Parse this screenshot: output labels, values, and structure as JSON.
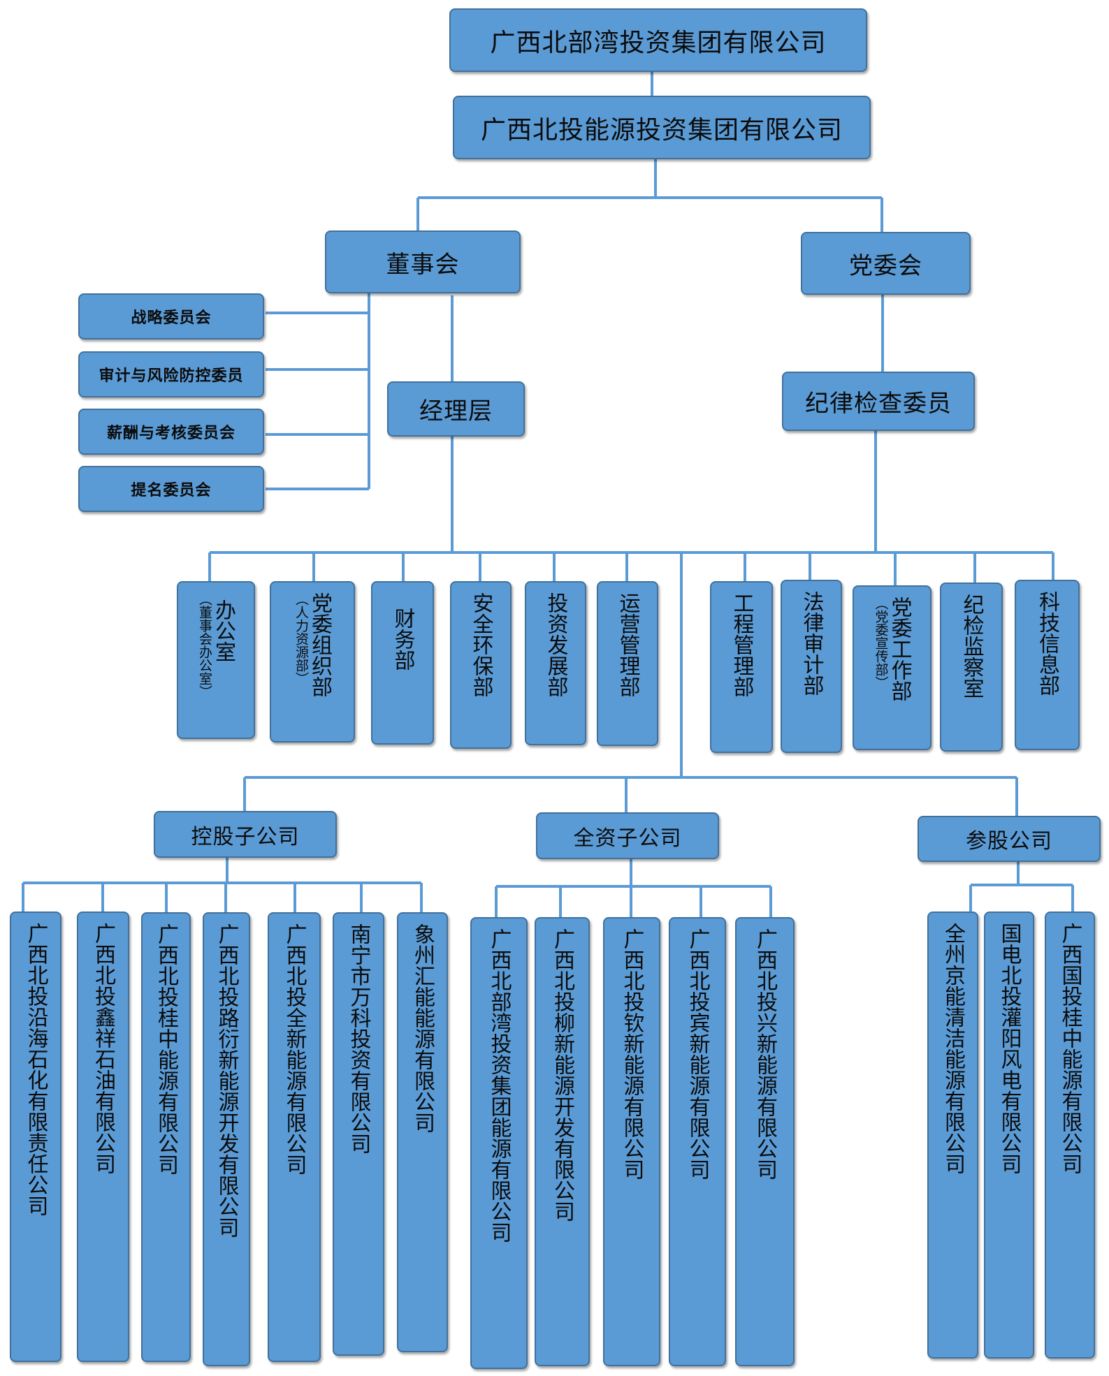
{
  "top": {
    "parent": "广西北部湾投资集团有限公司",
    "company": "广西北投能源投资集团有限公司"
  },
  "board": {
    "label": "董事会",
    "committees": [
      "战略委员会",
      "审计与风险防控委员",
      "薪酬与考核委员会",
      "提名委员会"
    ]
  },
  "party": {
    "label": "党委会"
  },
  "management": {
    "label": "经理层"
  },
  "discipline": {
    "label": "纪律检查委员"
  },
  "departments": [
    {
      "main": "办公室",
      "sub": "（董事会办公室）"
    },
    {
      "main": "党委组织部",
      "sub": "（人力资源部）"
    },
    {
      "main": "财务部"
    },
    {
      "main": "安全环保部"
    },
    {
      "main": "投资发展部"
    },
    {
      "main": "运营管理部"
    },
    {
      "main": "工程管理部"
    },
    {
      "main": "法律审计部"
    },
    {
      "main": "党委工作部",
      "sub": "（党委宣传部）"
    },
    {
      "main": "纪检监察室"
    },
    {
      "main": "科技信息部"
    }
  ],
  "groups": {
    "holding": {
      "label": "控股子公司",
      "companies": [
        "广西北投沿海石化有限责任公司",
        "广西北投鑫祥石油有限公司",
        "广西北投桂中能源有限公司",
        "广西北投路衍新能源开发有限公司",
        "广西北投全新能源有限公司",
        "南宁市万科投资有限公司",
        "象州汇能能源有限公司"
      ]
    },
    "wholly": {
      "label": "全资子公司",
      "companies": [
        "广西北部湾投资集团能源有限公司",
        "广西北投柳新能源开发有限公司",
        "广西北投钦新能源有限公司",
        "广西北投宾新能源有限公司",
        "广西北投兴新能源有限公司"
      ]
    },
    "equity": {
      "label": "参股公司",
      "companies": [
        "全州京能清洁能源有限公司",
        "国电北投灌阳风电有限公司",
        "广西国投桂中能源有限公司"
      ]
    }
  },
  "colors": {
    "box": "#5b9bd5",
    "border": "#41719c",
    "line": "#5b9bd5"
  }
}
